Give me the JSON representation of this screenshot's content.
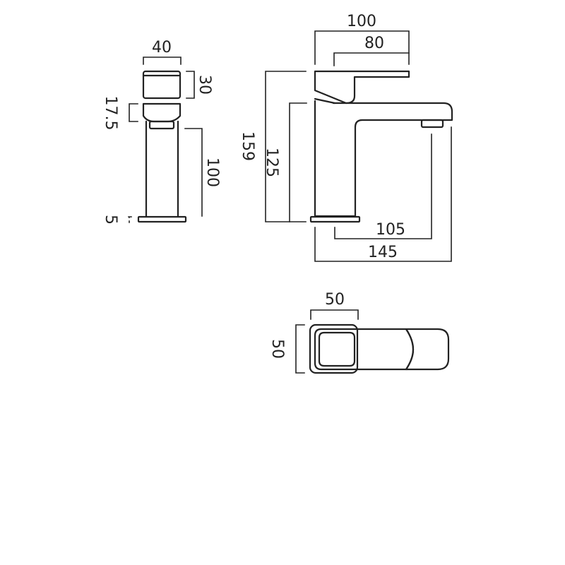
{
  "side_view": {
    "width_label": "40",
    "lever_height_label": "30",
    "lever_gap_label": "17.5",
    "body_height_label": "100",
    "base_label": "5"
  },
  "front_view": {
    "lever_length_label": "100",
    "lever_reach_label": "80",
    "overall_height_label": "159",
    "spout_height_label": "125",
    "outlet_projection_label": "105",
    "overall_length_label": "145"
  },
  "top_view": {
    "width_label": "50",
    "depth_label": "50"
  }
}
